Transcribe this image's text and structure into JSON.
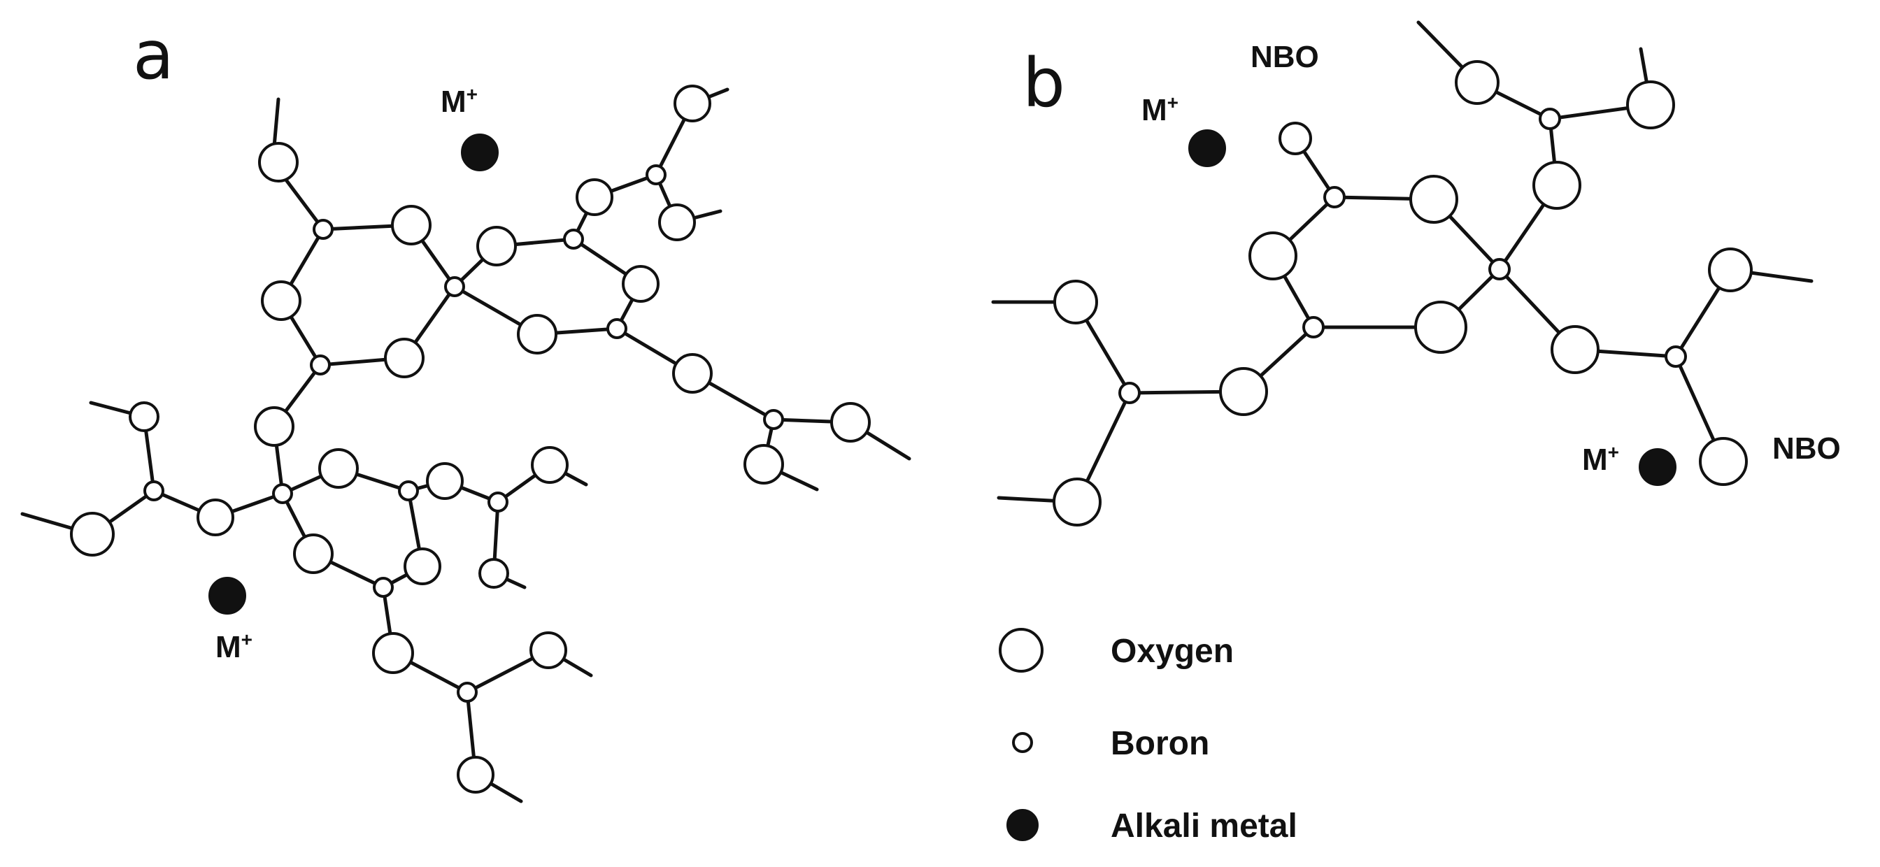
{
  "panels": {
    "a": {
      "label": "a"
    },
    "b": {
      "label": "b"
    }
  },
  "labels": {
    "metal_base": "M",
    "metal_charge": "+",
    "nbo": "NBO"
  },
  "legend": {
    "items": [
      {
        "symbol": "large-open-circle",
        "text": "Oxygen"
      },
      {
        "symbol": "small-open-circle",
        "text": "Boron"
      },
      {
        "symbol": "filled-circle",
        "text": "Alkali metal"
      }
    ]
  },
  "colors": {
    "stroke": "#111111",
    "background": "#ffffff",
    "metal_fill": "#111111"
  }
}
